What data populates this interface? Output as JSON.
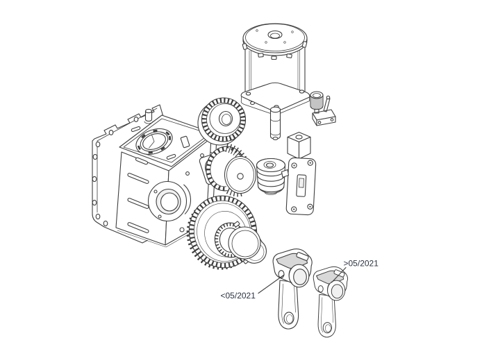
{
  "page": {
    "background_color": "#ffffff",
    "line_color": "#3d3d3d",
    "label_text_color": "#2a3240",
    "shade_color": "#d8d8d8"
  },
  "diagram": {
    "type": "exploded-parts-diagram",
    "subject": "gearmotor assembly exploded view",
    "labels": {
      "old_version": {
        "text": "<05/2021",
        "applies_to": "release-lever-arm-old"
      },
      "new_version": {
        "text": ">05/2021",
        "applies_to": "release-lever-arm-new"
      }
    },
    "parts": [
      {
        "name": "mounting-plate",
        "kind": "flat mounting plate with screw holes"
      },
      {
        "name": "gearbox-housing",
        "kind": "gearbox housing with top ring opening and side bearing boss"
      },
      {
        "name": "upper-helical-gear",
        "kind": "helical gear wheel"
      },
      {
        "name": "motor",
        "kind": "electric motor with base flange and output shaft"
      },
      {
        "name": "release-knob-lever",
        "kind": "release knob with microswitch lever"
      },
      {
        "name": "worm-gear-flange",
        "kind": "worm gear with square bearing flange"
      },
      {
        "name": "worm-screw",
        "kind": "worm screw"
      },
      {
        "name": "limit-switch-bracket",
        "kind": "limit switch bracket plate"
      },
      {
        "name": "output-gear-shaft",
        "kind": "output gear with bearing and shaft collar"
      },
      {
        "name": "release-lever-arm-old",
        "kind": "release lever arm, version before 05/2021"
      },
      {
        "name": "release-lever-arm-new",
        "kind": "release lever arm, version after 05/2021"
      }
    ]
  }
}
